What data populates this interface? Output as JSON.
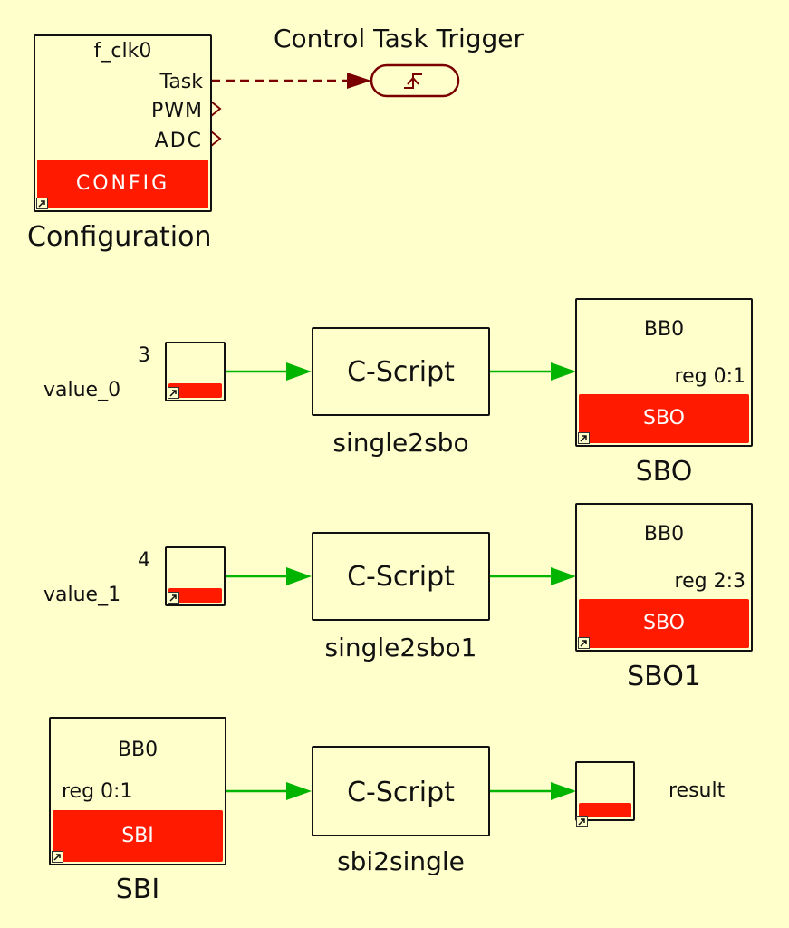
{
  "config_block": {
    "clock": "f_clk0",
    "ports": [
      "Task",
      "PWM",
      "ADC"
    ],
    "type": "CONFIG",
    "name": "Configuration"
  },
  "trigger": {
    "label": "Control Task Trigger",
    "icon": "rising-edge-icon"
  },
  "rows": [
    {
      "source": {
        "name": "value_0",
        "value": "3"
      },
      "script": {
        "type": "C-Script",
        "name": "single2sbo"
      },
      "sink": {
        "bus": "BB0",
        "reg": "reg 0:1",
        "type": "SBO",
        "name": "SBO"
      }
    },
    {
      "source": {
        "name": "value_1",
        "value": "4"
      },
      "script": {
        "type": "C-Script",
        "name": "single2sbo1"
      },
      "sink": {
        "bus": "BB0",
        "reg": "reg 2:3",
        "type": "SBO",
        "name": "SBO1"
      }
    },
    {
      "source": {
        "bus": "BB0",
        "reg": "reg 0:1",
        "type": "SBI",
        "name": "SBI"
      },
      "script": {
        "type": "C-Script",
        "name": "sbi2single"
      },
      "sink": {
        "name": "result"
      }
    }
  ],
  "colors": {
    "background": "#ffffcc",
    "block_red": "#ff1a00",
    "signal_green": "#00b400",
    "trigger_darkred": "#7a0000"
  }
}
